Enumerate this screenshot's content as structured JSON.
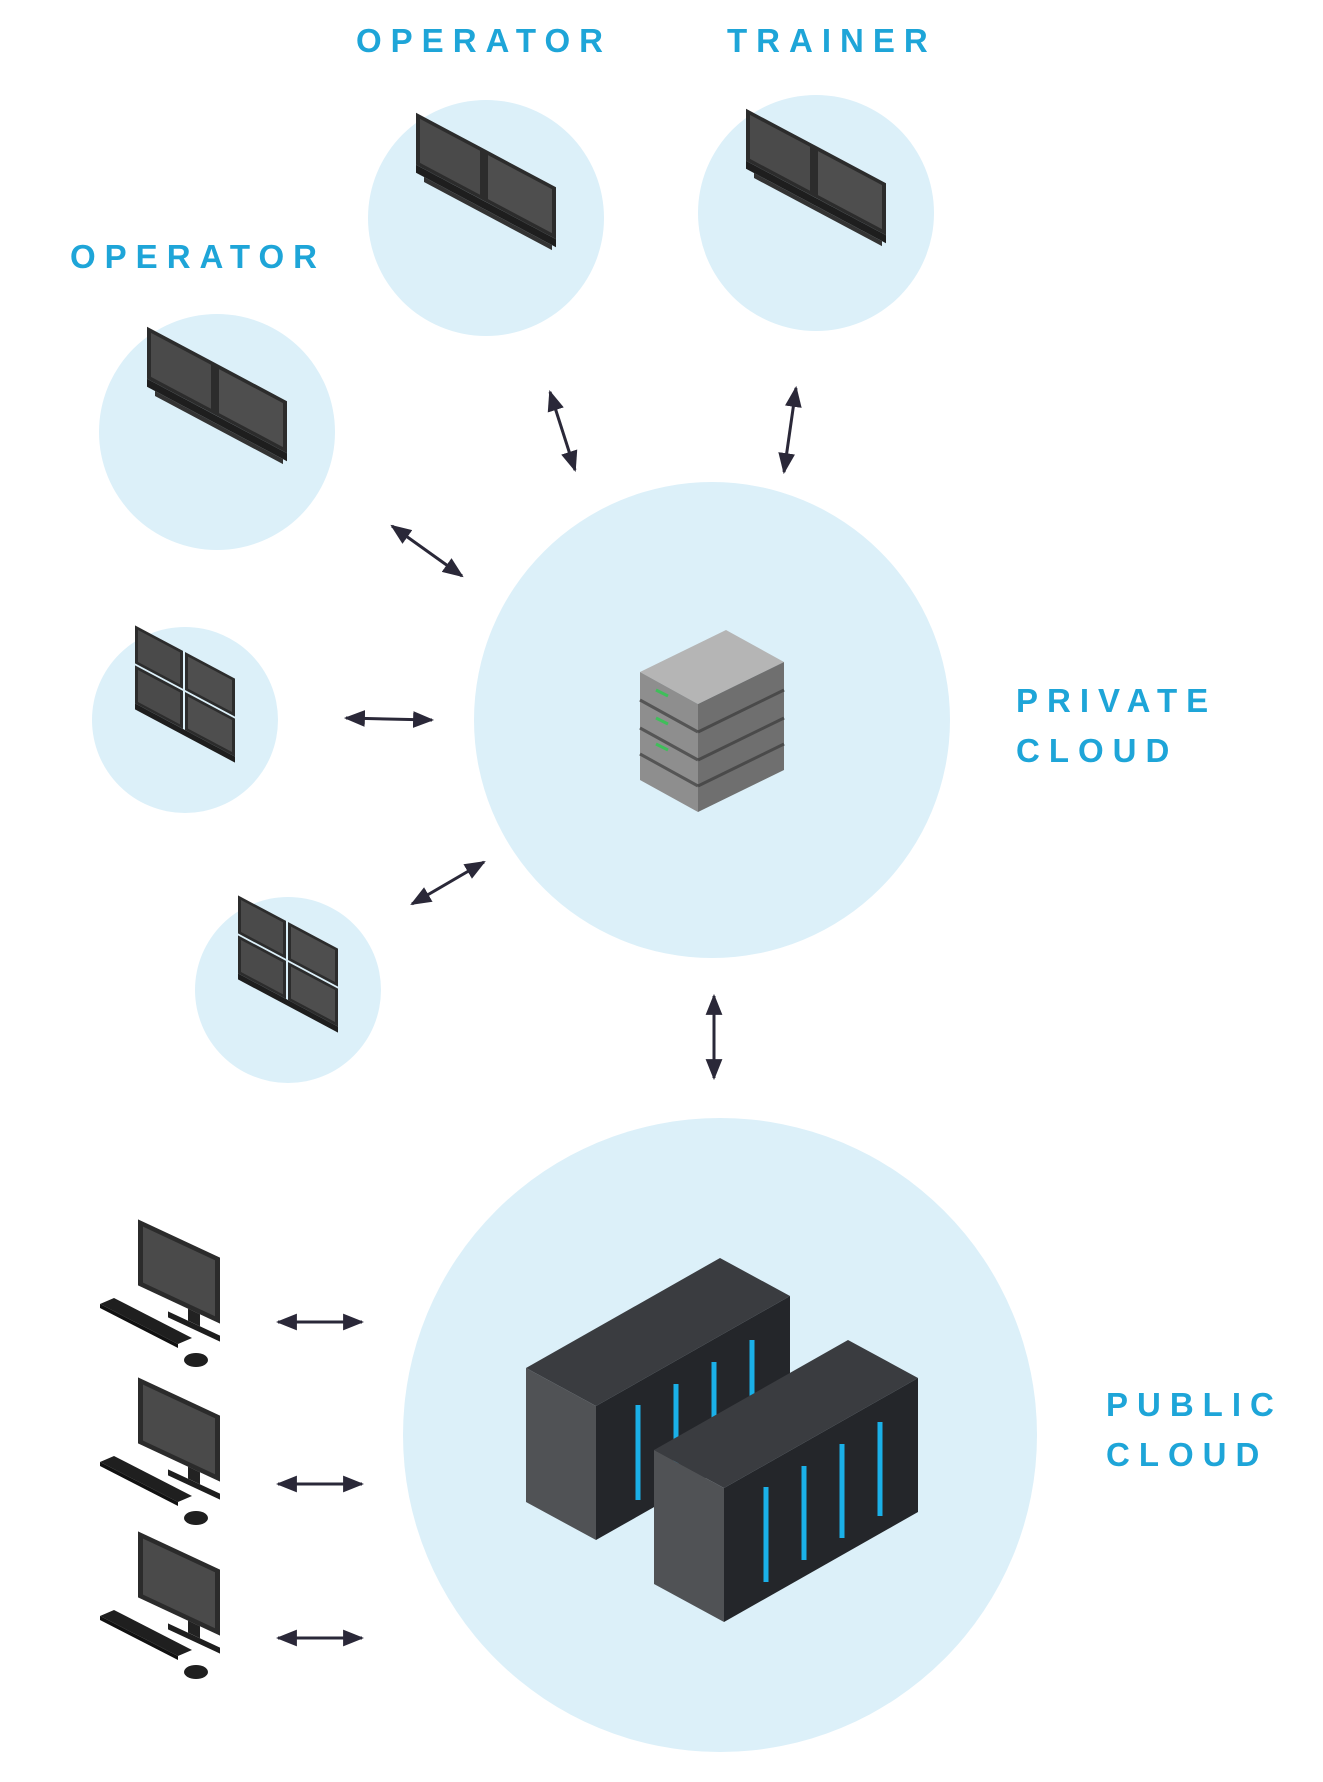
{
  "labels": {
    "operator_top": "OPERATOR",
    "trainer": "TRAINER",
    "operator_left": "OPERATOR",
    "private_cloud_line1": "PRIVATE",
    "private_cloud_line2": "CLOUD",
    "public_cloud_line1": "PUBLIC",
    "public_cloud_line2": "CLOUD"
  },
  "colors": {
    "label": "#1ea5d8",
    "bubble": "#dcf0f9",
    "arrow": "#2a2838",
    "monitor": "#3a3a3a",
    "rack": "#2b2d30",
    "rack_light": "#1ab0e8",
    "server_led": "#3fbf5a"
  },
  "nodes": {
    "operator_top": {
      "icon": "dual-monitor-icon"
    },
    "trainer": {
      "icon": "dual-monitor-icon"
    },
    "operator_left": {
      "icon": "dual-monitor-icon"
    },
    "video_wall_1": {
      "icon": "quad-monitor-icon"
    },
    "video_wall_2": {
      "icon": "quad-monitor-icon"
    },
    "private_cloud": {
      "icon": "server-stack-icon"
    },
    "public_cloud": {
      "icon": "server-racks-icon"
    },
    "workstations": [
      {
        "icon": "desktop-workstation-icon"
      },
      {
        "icon": "desktop-workstation-icon"
      },
      {
        "icon": "desktop-workstation-icon"
      }
    ]
  }
}
